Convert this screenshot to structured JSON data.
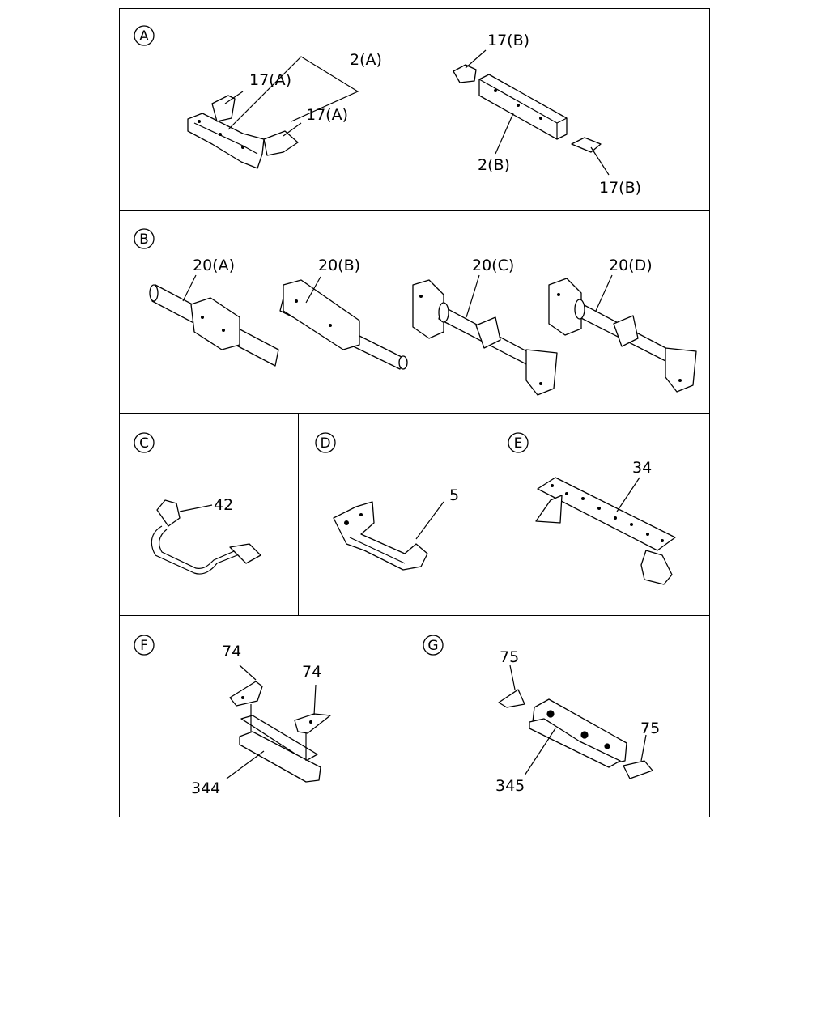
{
  "sections": {
    "A": {
      "letter": "A",
      "labels": [
        "17(B)",
        "2(A)",
        "17(A)",
        "17(A)",
        "2(B)",
        "17(B)"
      ]
    },
    "B": {
      "letter": "B",
      "labels": [
        "20(A)",
        "20(B)",
        "20(C)",
        "20(D)"
      ]
    },
    "C": {
      "letter": "C",
      "labels": [
        "42"
      ]
    },
    "D": {
      "letter": "D",
      "labels": [
        "5"
      ]
    },
    "E": {
      "letter": "E",
      "labels": [
        "34"
      ]
    },
    "F": {
      "letter": "F",
      "labels": [
        "74",
        "74",
        "344"
      ]
    },
    "G": {
      "letter": "G",
      "labels": [
        "75",
        "75",
        "345"
      ]
    }
  }
}
